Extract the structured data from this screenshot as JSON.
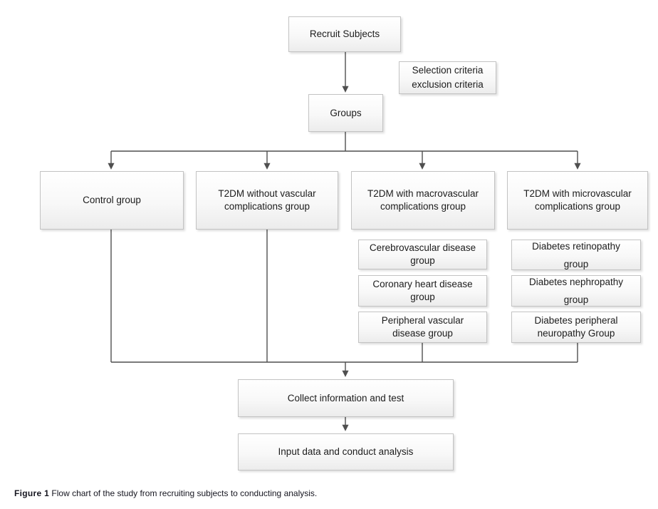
{
  "colors": {
    "connector_line": "#4f4f4f",
    "box_border": "#c3c3c3",
    "box_fill_top": "#ffffff",
    "box_fill_bottom": "#ececec",
    "text_color": "#1c1c1c"
  },
  "nodes": {
    "recruit": {
      "lines": [
        "Recruit Subjects"
      ]
    },
    "selection_criteria": {
      "lines": [
        "Selection criteria",
        "exclusion criteria"
      ]
    },
    "groups": {
      "lines": [
        "Groups"
      ]
    },
    "control": {
      "lines": [
        "Control group"
      ]
    },
    "t2dm_without": {
      "lines": [
        "T2DM without vascular",
        "complications group"
      ]
    },
    "t2dm_macro": {
      "lines": [
        "T2DM with macrovascular",
        "complications group"
      ]
    },
    "t2dm_micro": {
      "lines": [
        "T2DM with microvascular",
        "complications group"
      ]
    },
    "cerebrovascular": {
      "lines": [
        "Cerebrovascular disease",
        "group"
      ]
    },
    "coronary": {
      "lines": [
        "Coronary heart disease",
        "group"
      ]
    },
    "peripheral_vascular": {
      "lines": [
        "Peripheral vascular",
        "disease group"
      ]
    },
    "retinopathy": {
      "lines": [
        "Diabetes retinopathy",
        "group"
      ]
    },
    "nephropathy": {
      "lines": [
        "Diabetes nephropathy",
        "group"
      ]
    },
    "neuropathy": {
      "lines": [
        "Diabetes peripheral",
        "neuropathy Group"
      ]
    },
    "collect": {
      "lines": [
        "Collect information and test"
      ]
    },
    "input": {
      "lines": [
        "Input data and conduct analysis"
      ]
    }
  },
  "edges": [
    {
      "from": "recruit",
      "to": "groups",
      "arrow": true
    },
    {
      "from": "groups",
      "to": "control",
      "arrow": true
    },
    {
      "from": "groups",
      "to": "t2dm_without",
      "arrow": true
    },
    {
      "from": "groups",
      "to": "t2dm_macro",
      "arrow": true
    },
    {
      "from": "groups",
      "to": "t2dm_micro",
      "arrow": true
    },
    {
      "from": "control",
      "to": "collect",
      "arrow": false
    },
    {
      "from": "t2dm_without",
      "to": "collect",
      "arrow": false
    },
    {
      "from": "peripheral_vascular",
      "to": "collect",
      "arrow": false
    },
    {
      "from": "neuropathy",
      "to": "collect",
      "arrow": false
    },
    {
      "from": "merge_line",
      "to": "collect",
      "arrow": true
    },
    {
      "from": "collect",
      "to": "input",
      "arrow": true
    }
  ],
  "caption": {
    "label": "Figure 1",
    "text": " Flow chart of the study from recruiting subjects to conducting analysis."
  }
}
